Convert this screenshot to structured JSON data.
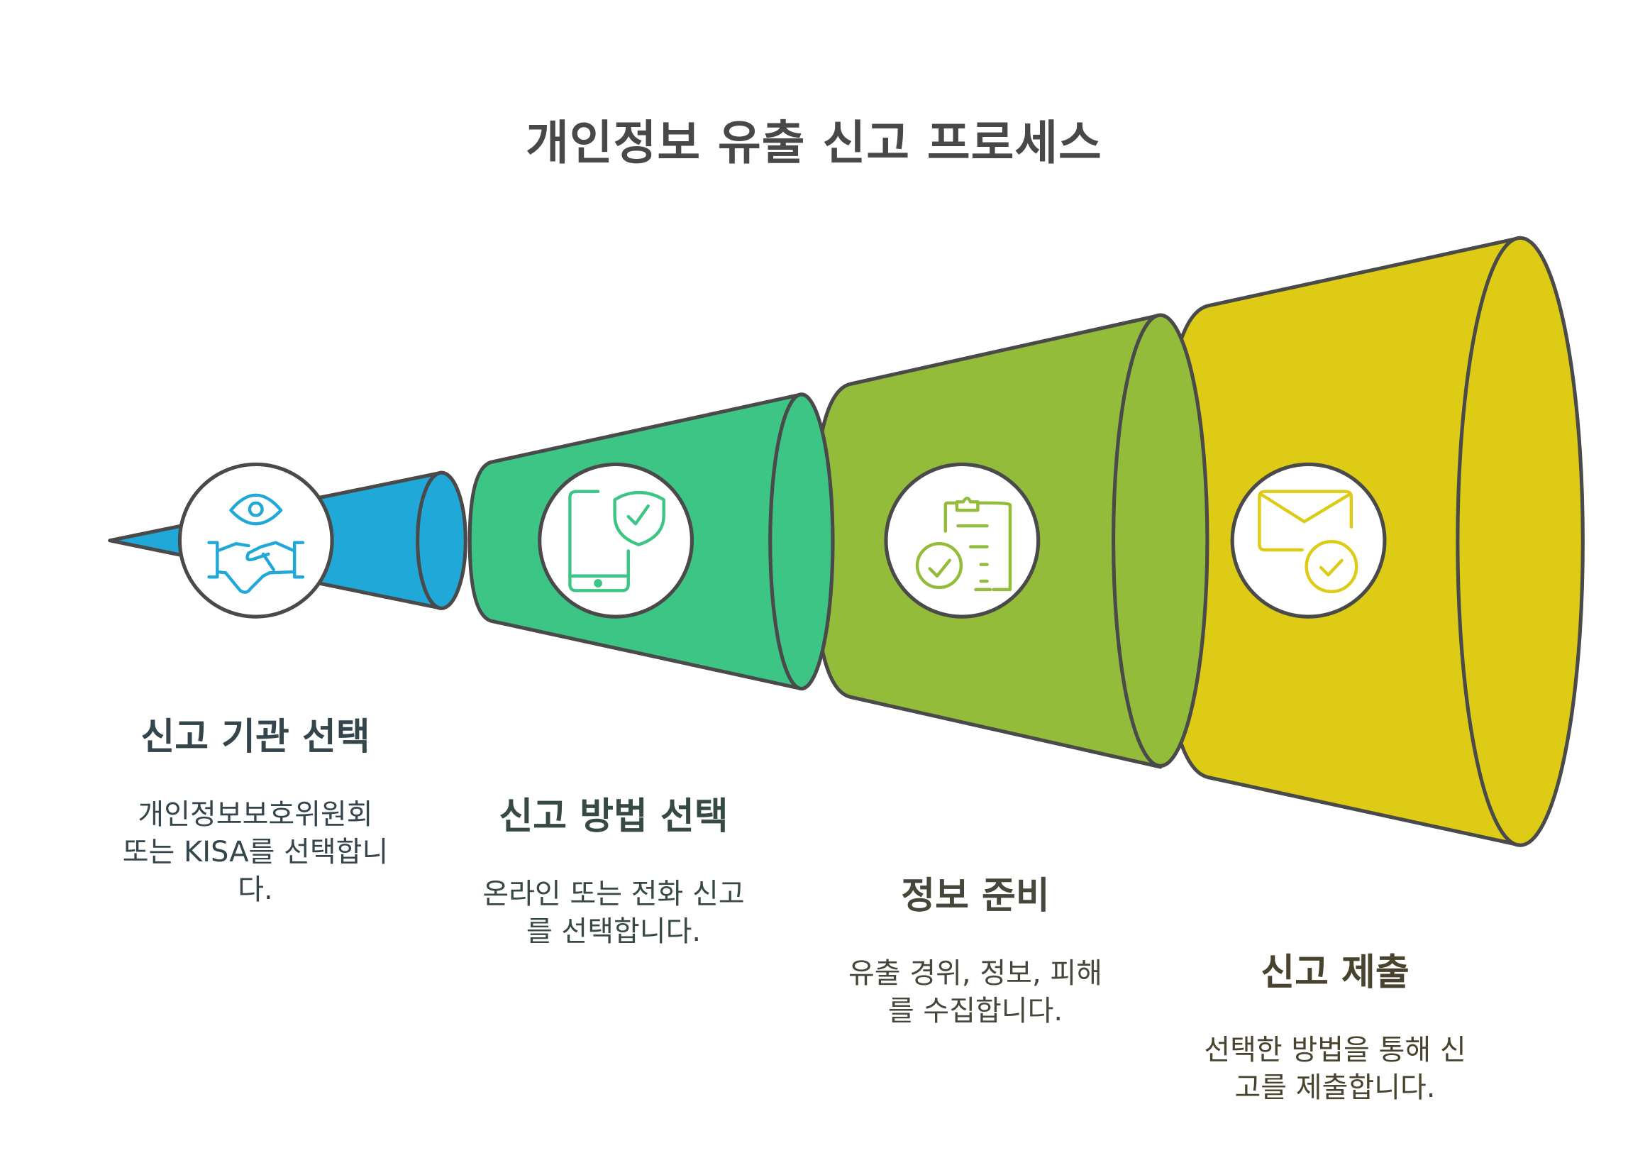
{
  "title": "개인정보 유출 신고 프로세스",
  "steps": [
    {
      "heading": "신고 기관 선택",
      "description_lines": [
        "개인정보보호위원회",
        "또는 KISA를 선택합니",
        "다."
      ],
      "icon": "eye-handshake-icon",
      "fill_color": "#20A9D8",
      "icon_color": "#20A9D8",
      "text_color": "#34454C"
    },
    {
      "heading": "신고 방법 선택",
      "description_lines": [
        "온라인 또는 전화 신고",
        "를 선택합니다."
      ],
      "icon": "phone-shield-check-icon",
      "fill_color": "#3DC585",
      "icon_color": "#3DC585",
      "text_color": "#364A42"
    },
    {
      "heading": "정보 준비",
      "description_lines": [
        "유출 경위, 정보, 피해",
        "를 수집합니다."
      ],
      "icon": "clipboard-check-icon",
      "fill_color": "#92BC3A",
      "icon_color": "#92BC3A",
      "text_color": "#45473A"
    },
    {
      "heading": "신고 제출",
      "description_lines": [
        "선택한 방법을 통해 신",
        "고를 제출합니다."
      ],
      "icon": "envelope-check-icon",
      "fill_color": "#DECB16",
      "icon_color": "#DECB16",
      "text_color": "#48432E"
    }
  ],
  "colors": {
    "outline": "#4A4A4A",
    "title": "#484848",
    "background": "#FFFFFF"
  }
}
